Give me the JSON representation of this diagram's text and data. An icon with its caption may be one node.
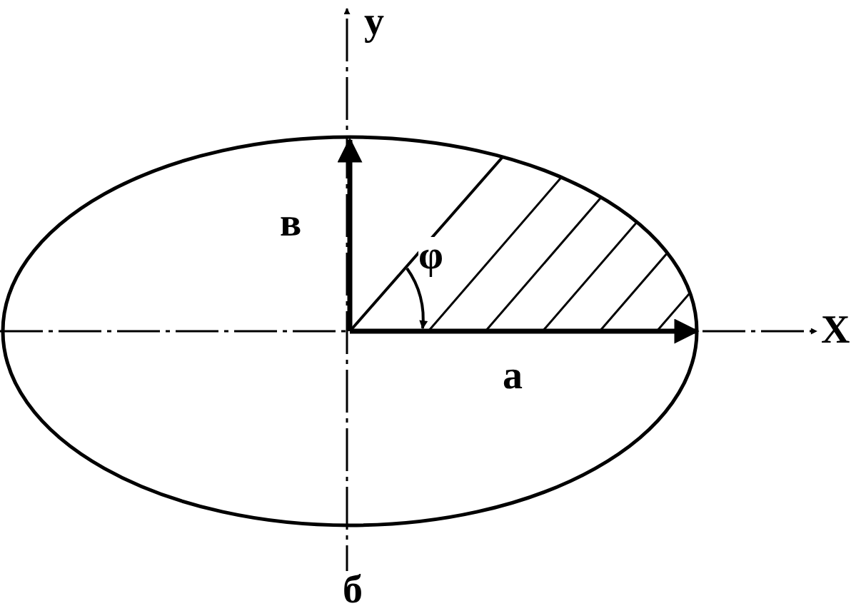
{
  "diagram": {
    "labels": [
      "y",
      "в",
      "φ",
      "X",
      "a",
      "б"
    ]
  }
}
